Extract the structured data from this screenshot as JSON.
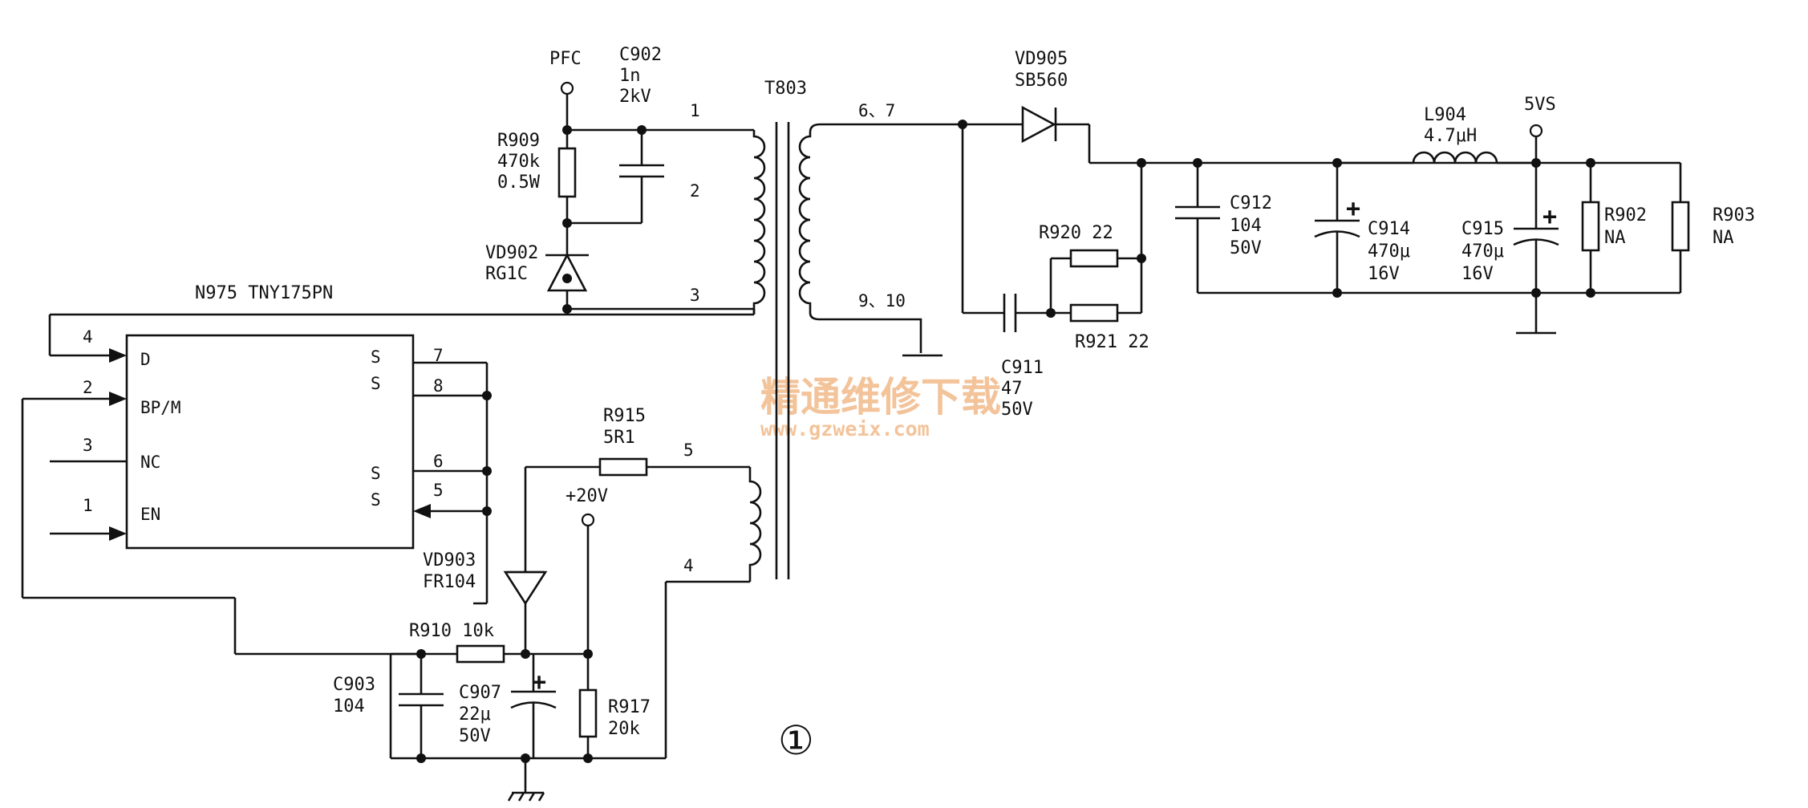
{
  "labels": {
    "pfc": "PFC",
    "c902_name": "C902",
    "c902_v1": "1n",
    "c902_v2": "2kV",
    "t803": "T803",
    "r909_name": "R909",
    "r909_v1": "470k",
    "r909_v2": "0.5W",
    "vd902_name": "VD902",
    "vd902_v": "RG1C",
    "n975": "N975 TNY175PN",
    "vd905_name": "VD905",
    "vd905_v": "SB560",
    "l904_name": "L904",
    "l904_v": "4.7μH",
    "v5vs": "5VS",
    "r920": "R920 22",
    "r921": "R921 22",
    "c911_name": "C911",
    "c911_v1": "47",
    "c911_v2": "50V",
    "c912_name": "C912",
    "c912_v1": "104",
    "c912_v2": "50V",
    "c914_name": "C914",
    "c914_v1": "470μ",
    "c914_v2": "16V",
    "c915_name": "C915",
    "c915_v1": "470μ",
    "c915_v2": "16V",
    "r902_name": "R902",
    "r902_v": "NA",
    "r903_name": "R903",
    "r903_v": "NA",
    "r915_name": "R915",
    "r915_v": "5R1",
    "v20": "+20V",
    "vd903_name": "VD903",
    "vd903_v": "FR104",
    "r910": "R910  10k",
    "c903_name": "C903",
    "c903_v": "104",
    "c907_name": "C907",
    "c907_v1": "22μ",
    "c907_v2": "50V",
    "r917_name": "R917",
    "r917_v": "20k",
    "figure_number": "①"
  },
  "ic_pins": {
    "d": "D",
    "bpm": "BP/M",
    "nc": "NC",
    "en": "EN",
    "s1": "S",
    "s2": "S",
    "s3": "S",
    "s4": "S"
  },
  "pin_numbers": {
    "p4": "4",
    "p2": "2",
    "p3": "3",
    "p1": "1",
    "p7": "7",
    "p8": "8",
    "p6": "6",
    "p5": "5"
  },
  "transformer_pins": {
    "prim_1": "1",
    "prim_2": "2",
    "prim_3": "3",
    "sec_67": "6、7",
    "sec_910": "9、10",
    "aux_5": "5",
    "aux_4": "4"
  },
  "watermark": {
    "cn": "精通维修下载",
    "url": "www.gzweix.com"
  }
}
